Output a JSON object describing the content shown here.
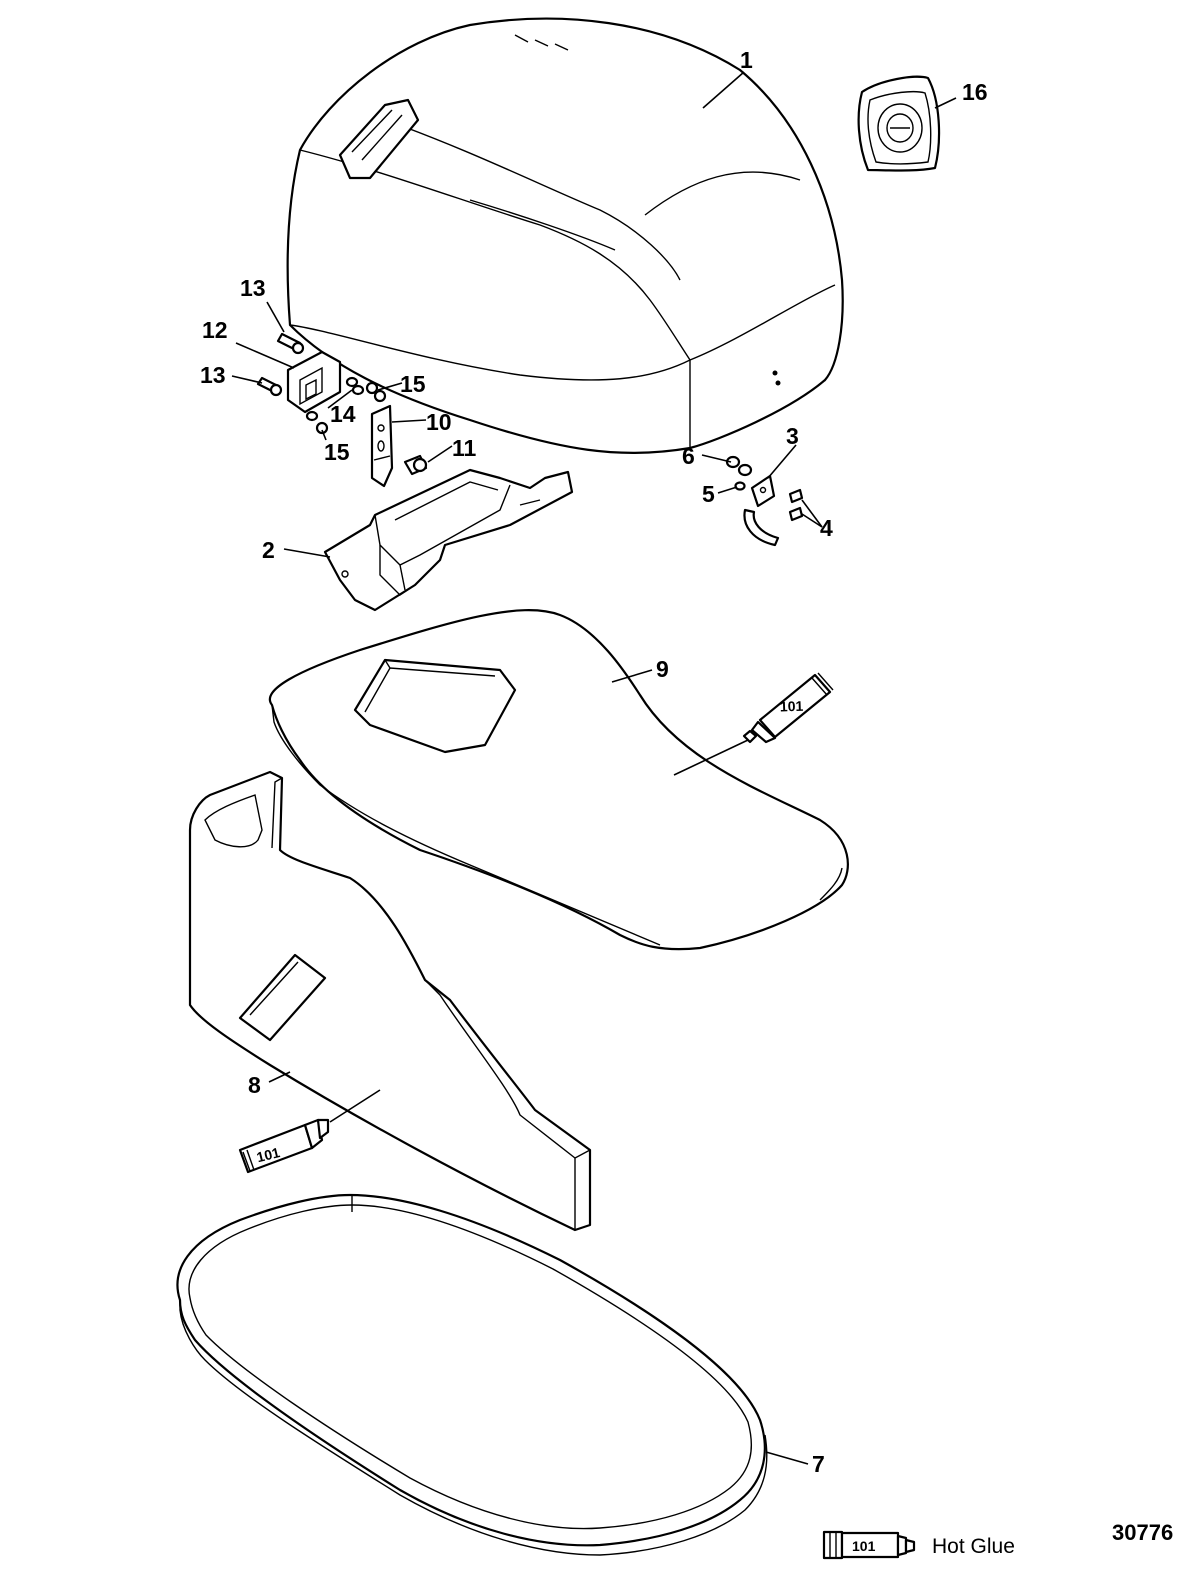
{
  "callouts": {
    "c1": "1",
    "c2": "2",
    "c3": "3",
    "c4": "4",
    "c5": "5",
    "c6": "6",
    "c7": "7",
    "c8": "8",
    "c9": "9",
    "c10": "10",
    "c11": "11",
    "c12": "12",
    "c13a": "13",
    "c13b": "13",
    "c14": "14",
    "c15a": "15",
    "c15b": "15",
    "c16": "16"
  },
  "sealant": {
    "tube_label_1": "101",
    "tube_label_2": "101",
    "legend_code": "101",
    "legend_text": "Hot Glue"
  },
  "figure_number": "30776"
}
